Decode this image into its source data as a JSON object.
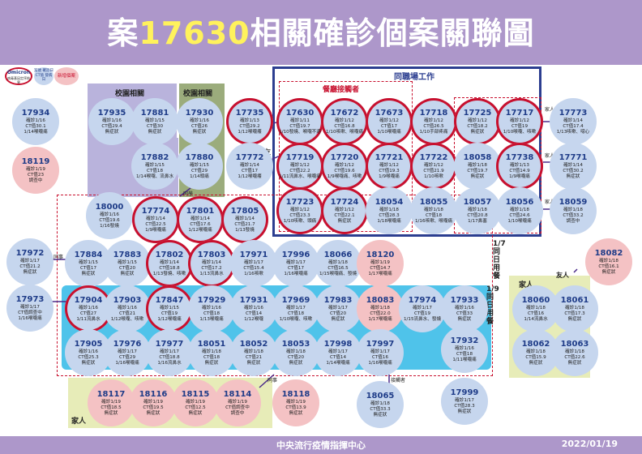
{
  "title": {
    "prefix": "案",
    "number": "17630",
    "suffix": "相關確診個案關聯圖"
  },
  "footer": {
    "center": "中央流行疫情指揮中心",
    "date": "2022/01/19"
  },
  "legend": {
    "omicron": "Omicron",
    "omicron_sub": "病毒基因定序結果",
    "case": "案號 確診日 CT值 發病日",
    "new_case": "新增個案"
  },
  "zones": {
    "school_a": "校園相關",
    "school_b": "校園相關",
    "workplace": "同職場工作",
    "restaurant": "餐廳接觸者",
    "meal_17": "1/7同日用餐",
    "meal_19": "1/9同日用餐",
    "family_right": "家人",
    "family_bottom": "家人"
  },
  "edge_labels": {
    "friend_left": "友",
    "friend_right": "友人",
    "family_tr1": "家人",
    "family_tr2": "家人",
    "family_mid": "家人",
    "school_mates": "同學",
    "contact": "接觸者",
    "colleague_a": "同事",
    "colleague_b": "同事"
  },
  "cases": [
    {
      "key": "c17934",
      "id": "17934",
      "l1": "確診1/16",
      "l2": "CT值30.1",
      "l3": "1/14喉嚨痛"
    },
    {
      "key": "c18119",
      "id": "18119",
      "l1": "確診1/19",
      "l2": "CT值23",
      "l3": "調查中"
    },
    {
      "key": "c17935",
      "id": "17935",
      "l1": "確診1/16",
      "l2": "CT值29.4",
      "l3": "無症狀"
    },
    {
      "key": "c17881",
      "id": "17881",
      "l1": "確診1/15",
      "l2": "CT值30",
      "l3": "無症狀"
    },
    {
      "key": "c17930",
      "id": "17930",
      "l1": "確診1/16",
      "l2": "CT值26",
      "l3": "無症狀"
    },
    {
      "key": "c17735",
      "id": "17735",
      "l1": "確診1/13",
      "l2": "CT值29.2",
      "l3": "1/12喉嚨癢"
    },
    {
      "key": "c17772",
      "id": "17772",
      "l1": "確診1/14",
      "l2": "CT值17",
      "l3": "1/12喉嚨癢"
    },
    {
      "key": "c17882",
      "id": "17882",
      "l1": "確診1/15",
      "l2": "CT值18",
      "l3": "1/14喉嚨、流鼻水"
    },
    {
      "key": "c17880",
      "id": "17880",
      "l1": "確診1/15",
      "l2": "CT值29",
      "l3": "1/14頭痛"
    },
    {
      "key": "c17630",
      "id": "17630",
      "l1": "確診1/11",
      "l2": "CT值19.7",
      "l3": "1/10發燒、喉嚨不適"
    },
    {
      "key": "c17672",
      "id": "17672",
      "l1": "確診1/12",
      "l2": "CT值16.8",
      "l3": "1/10咳嗽、喉嚨痛"
    },
    {
      "key": "c17673",
      "id": "17673",
      "l1": "確診1/12",
      "l2": "CT值17",
      "l3": "1/10喉嚨痛"
    },
    {
      "key": "c17718",
      "id": "17718",
      "l1": "確診1/12",
      "l2": "CT值26.5",
      "l3": "1/10手部疼痛"
    },
    {
      "key": "c17725",
      "id": "17725",
      "l1": "確診1/12",
      "l2": "CT值18.2",
      "l3": "無症狀"
    },
    {
      "key": "c17717",
      "id": "17717",
      "l1": "確診1/12",
      "l2": "CT值19",
      "l3": "1/10喉嚨、咳嗽"
    },
    {
      "key": "c17773",
      "id": "17773",
      "l1": "確診1/14",
      "l2": "CT值17.4",
      "l3": "1/13咳嗽、噁心"
    },
    {
      "key": "c17719",
      "id": "17719",
      "l1": "確診1/12",
      "l2": "CT值22.2",
      "l3": "1/11流鼻水、喉嚨痛"
    },
    {
      "key": "c17720",
      "id": "17720",
      "l1": "確診1/12",
      "l2": "CT值19.6",
      "l3": "1/9喉嚨痛、咳嗽"
    },
    {
      "key": "c17721",
      "id": "17721",
      "l1": "確診1/12",
      "l2": "CT值19.3",
      "l3": "1/9喉嚨痛"
    },
    {
      "key": "c17722",
      "id": "17722",
      "l1": "確診1/12",
      "l2": "CT值21.9",
      "l3": "1/10咳嗽"
    },
    {
      "key": "c18058",
      "id": "18058",
      "l1": "確診1/18",
      "l2": "CT值19.7",
      "l3": "無症狀"
    },
    {
      "key": "c17738",
      "id": "17738",
      "l1": "確診1/13",
      "l2": "CT值14.9",
      "l3": "1/9喉嚨痛"
    },
    {
      "key": "c17771",
      "id": "17771",
      "l1": "確診1/14",
      "l2": "CT值30.2",
      "l3": "無症狀"
    },
    {
      "key": "c18000",
      "id": "18000",
      "l1": "確診1/16",
      "l2": "CT值19.6",
      "l3": "1/16發燒"
    },
    {
      "key": "c17774",
      "id": "17774",
      "l1": "確診1/14",
      "l2": "CT值22.5",
      "l3": "1/9喉嚨痛"
    },
    {
      "key": "c17801",
      "id": "17801",
      "l1": "確診1/14",
      "l2": "CT值17.6",
      "l3": "1/12喉嚨痛"
    },
    {
      "key": "c17805",
      "id": "17805",
      "l1": "確診1/14",
      "l2": "CT值21.7",
      "l3": "1/13發燒"
    },
    {
      "key": "c17723",
      "id": "17723",
      "l1": "確診1/12",
      "l2": "CT值23.3",
      "l3": "1/10咳嗽、頭痛"
    },
    {
      "key": "c17724",
      "id": "17724",
      "l1": "確診1/12",
      "l2": "CT值22.1",
      "l3": "無症狀"
    },
    {
      "key": "c18054",
      "id": "18054",
      "l1": "確診1/18",
      "l2": "CT值28.3",
      "l3": "1/18喉嚨痛"
    },
    {
      "key": "c18055",
      "id": "18055",
      "l1": "確診1/18",
      "l2": "CT值18",
      "l3": "1/16咳嗽、喉嚨痛"
    },
    {
      "key": "c18057",
      "id": "18057",
      "l1": "確診1/18",
      "l2": "CT值20.8",
      "l3": "1/17鼻塞"
    },
    {
      "key": "c18056",
      "id": "18056",
      "l1": "確診1/18",
      "l2": "CT值24.6",
      "l3": "1/10喉嚨痛"
    },
    {
      "key": "c18059",
      "id": "18059",
      "l1": "確診1/18",
      "l2": "CT值33.2",
      "l3": "調查中"
    },
    {
      "key": "c17972",
      "id": "17972",
      "l1": "確診1/17",
      "l2": "CT值21.2",
      "l3": "無症狀"
    },
    {
      "key": "c17884",
      "id": "17884",
      "l1": "確診1/15",
      "l2": "CT值17",
      "l3": "無症狀"
    },
    {
      "key": "c17883",
      "id": "17883",
      "l1": "確診1/15",
      "l2": "CT值20",
      "l3": "無症狀"
    },
    {
      "key": "c17802",
      "id": "17802",
      "l1": "確診1/14",
      "l2": "CT值18.8",
      "l3": "1/13發燒、咳嗽"
    },
    {
      "key": "c17803",
      "id": "17803",
      "l1": "確診1/14",
      "l2": "CT值17.2",
      "l3": "1/13流鼻水"
    },
    {
      "key": "c17971",
      "id": "17971",
      "l1": "確診1/17",
      "l2": "CT值15.4",
      "l3": "1/16咳嗽"
    },
    {
      "key": "c17996",
      "id": "17996",
      "l1": "確診1/17",
      "l2": "CT值17",
      "l3": "1/16喉嚨痛"
    },
    {
      "key": "c18066",
      "id": "18066",
      "l1": "確診1/18",
      "l2": "CT值16.5",
      "l3": "1/15喉嚨痛、發燒"
    },
    {
      "key": "c18120",
      "id": "18120",
      "l1": "確診1/19",
      "l2": "CT值14.7",
      "l3": "1/17喉嚨痛"
    },
    {
      "key": "c18082",
      "id": "18082",
      "l1": "確診1/18",
      "l2": "CT值16.1",
      "l3": "無症狀"
    },
    {
      "key": "c17973",
      "id": "17973",
      "l1": "確診1/17",
      "l2": "CT值調查中",
      "l3": "1/16喉嚨痛"
    },
    {
      "key": "c17904",
      "id": "17904",
      "l1": "確診1/16",
      "l2": "CT值27",
      "l3": "1/11流鼻水"
    },
    {
      "key": "c17903",
      "id": "17903",
      "l1": "確診1/16",
      "l2": "CT值21",
      "l3": "1/12喉嚨、咳嗽"
    },
    {
      "key": "c17847",
      "id": "17847",
      "l1": "確診1/15",
      "l2": "CT值19",
      "l3": "1/12喉嚨痛"
    },
    {
      "key": "c17929",
      "id": "17929",
      "l1": "確診1/16",
      "l2": "CT值18",
      "l3": "1/13喉嚨痛"
    },
    {
      "key": "c17931",
      "id": "17931",
      "l1": "確診1/16",
      "l2": "CT值14",
      "l3": "1/12喉嚨"
    },
    {
      "key": "c17969",
      "id": "17969",
      "l1": "確診1/17",
      "l2": "CT值18",
      "l3": "1/10喉嚨、咳嗽"
    },
    {
      "key": "c17983",
      "id": "17983",
      "l1": "確診1/17",
      "l2": "CT值20",
      "l3": "無症狀"
    },
    {
      "key": "c18083",
      "id": "18083",
      "l1": "確診1/18",
      "l2": "CT值22.0",
      "l3": "1/17喉嚨痛"
    },
    {
      "key": "c17974",
      "id": "17974",
      "l1": "確診1/17",
      "l2": "CT值19",
      "l3": "1/15流鼻水、發燒"
    },
    {
      "key": "c17933",
      "id": "17933",
      "l1": "確診1/16",
      "l2": "CT值33",
      "l3": "無症狀"
    },
    {
      "key": "c18060",
      "id": "18060",
      "l1": "確診1/18",
      "l2": "CT值16",
      "l3": "1/14流鼻水"
    },
    {
      "key": "c18061",
      "id": "18061",
      "l1": "確診1/18",
      "l2": "CT值17.3",
      "l3": "無症狀"
    },
    {
      "key": "c17905",
      "id": "17905",
      "l1": "確診1/16",
      "l2": "CT值25.3",
      "l3": "無症狀"
    },
    {
      "key": "c17976",
      "id": "17976",
      "l1": "確診1/17",
      "l2": "CT值29",
      "l3": "1/16喉嚨痛"
    },
    {
      "key": "c17977",
      "id": "17977",
      "l1": "確診1/17",
      "l2": "CT值18.8",
      "l3": "1/16流鼻水"
    },
    {
      "key": "c18051",
      "id": "18051",
      "l1": "確診1/18",
      "l2": "CT值18",
      "l3": "無症狀"
    },
    {
      "key": "c18052",
      "id": "18052",
      "l1": "確診1/18",
      "l2": "CT值21",
      "l3": "無症狀"
    },
    {
      "key": "c18053",
      "id": "18053",
      "l1": "確診1/18",
      "l2": "CT值20",
      "l3": "無症狀"
    },
    {
      "key": "c17998",
      "id": "17998",
      "l1": "確診1/17",
      "l2": "CT值14",
      "l3": "1/14喉嚨痛"
    },
    {
      "key": "c17997",
      "id": "17997",
      "l1": "確診1/17",
      "l2": "CT值16",
      "l3": "1/16喉嚨痛"
    },
    {
      "key": "c17932",
      "id": "17932",
      "l1": "確診1/16",
      "l2": "CT值18",
      "l3": "1/11喉嚨痛"
    },
    {
      "key": "c18062",
      "id": "18062",
      "l1": "確診1/18",
      "l2": "CT值15.9",
      "l3": "無症狀"
    },
    {
      "key": "c18063",
      "id": "18063",
      "l1": "確診1/18",
      "l2": "CT值22.6",
      "l3": "無症狀"
    },
    {
      "key": "c18117",
      "id": "18117",
      "l1": "確診1/19",
      "l2": "CT值18.5",
      "l3": "無症狀"
    },
    {
      "key": "c18116",
      "id": "18116",
      "l1": "確診1/19",
      "l2": "CT值19.5",
      "l3": "無症狀"
    },
    {
      "key": "c18115",
      "id": "18115",
      "l1": "確診1/19",
      "l2": "CT值12.5",
      "l3": "無症狀"
    },
    {
      "key": "c18114",
      "id": "18114",
      "l1": "確診1/19",
      "l2": "CT值調查中",
      "l3": "調查中"
    },
    {
      "key": "c18118",
      "id": "18118",
      "l1": "確診1/19",
      "l2": "CT值13.9",
      "l3": "無症狀"
    },
    {
      "key": "c18065",
      "id": "18065",
      "l1": "確診1/18",
      "l2": "CT值33.3",
      "l3": "無症狀"
    },
    {
      "key": "c17999",
      "id": "17999",
      "l1": "確診1/17",
      "l2": "CT值28.3",
      "l3": "無症狀"
    }
  ]
}
